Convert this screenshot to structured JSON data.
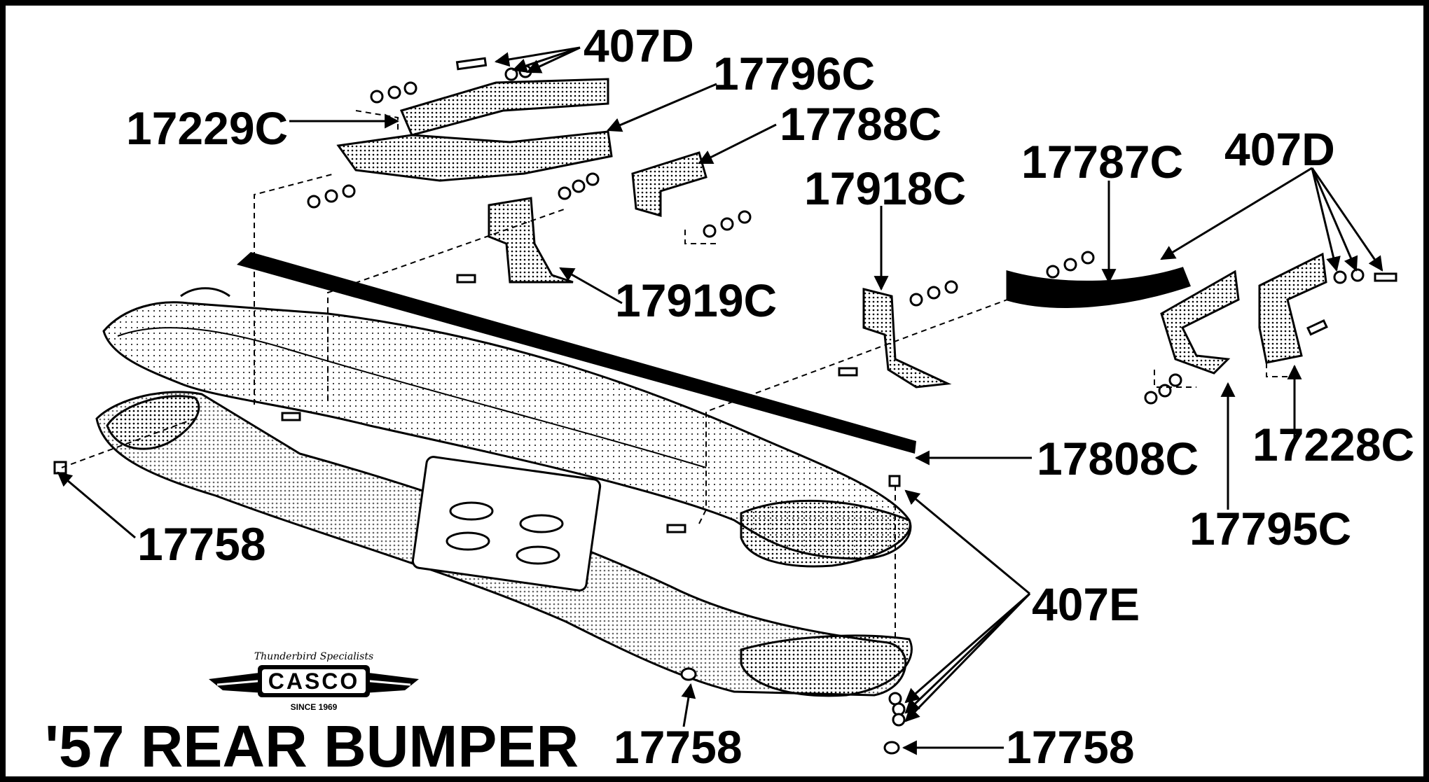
{
  "title": "'57 REAR BUMPER",
  "logo": {
    "tagline": "Thunderbird Specialists",
    "brand": "CASCO",
    "since": "SINCE 1969"
  },
  "parts": {
    "p407D_top": "407D",
    "p17796C": "17796C",
    "p17229C": "17229C",
    "p17788C": "17788C",
    "p17918C": "17918C",
    "p17787C": "17787C",
    "p407D_right": "407D",
    "p17919C": "17919C",
    "p17808C": "17808C",
    "p17228C": "17228C",
    "p17795C": "17795C",
    "p17758_left": "17758",
    "p407E": "407E",
    "p17758_bottom": "17758",
    "p17758_right": "17758"
  }
}
